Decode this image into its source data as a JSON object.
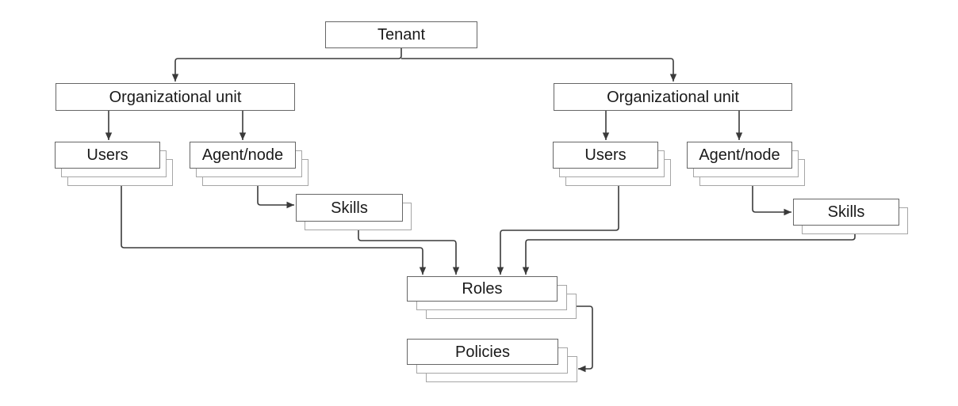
{
  "diagram": {
    "nodes": {
      "tenant": {
        "label": "Tenant"
      },
      "org_unit_left": {
        "label": "Organizational unit"
      },
      "org_unit_right": {
        "label": "Organizational unit"
      },
      "users_left": {
        "label": "Users"
      },
      "agent_node_left": {
        "label": "Agent/node"
      },
      "users_right": {
        "label": "Users"
      },
      "agent_node_right": {
        "label": "Agent/node"
      },
      "skills_left": {
        "label": "Skills"
      },
      "skills_right": {
        "label": "Skills"
      },
      "roles": {
        "label": "Roles"
      },
      "policies": {
        "label": "Policies"
      }
    },
    "edges": [
      {
        "from": "Tenant",
        "to": "Organizational unit (left)"
      },
      {
        "from": "Tenant",
        "to": "Organizational unit (right)"
      },
      {
        "from": "Organizational unit (left)",
        "to": "Users (left)"
      },
      {
        "from": "Organizational unit (left)",
        "to": "Agent/node (left)"
      },
      {
        "from": "Organizational unit (right)",
        "to": "Users (right)"
      },
      {
        "from": "Organizational unit (right)",
        "to": "Agent/node (right)"
      },
      {
        "from": "Agent/node (left)",
        "to": "Skills (left)"
      },
      {
        "from": "Agent/node (right)",
        "to": "Skills (right)"
      },
      {
        "from": "Users (left)",
        "to": "Roles"
      },
      {
        "from": "Skills (left)",
        "to": "Roles"
      },
      {
        "from": "Users (right)",
        "to": "Roles"
      },
      {
        "from": "Skills (right)",
        "to": "Roles"
      },
      {
        "from": "Roles",
        "to": "Policies"
      }
    ],
    "colors": {
      "box_border": "#666666",
      "stack_border": "#a6a6a6",
      "edge": "#3a3a3a",
      "text": "#1a1a1a",
      "box_fill": "#ffffff",
      "background": "#ffffff"
    }
  }
}
